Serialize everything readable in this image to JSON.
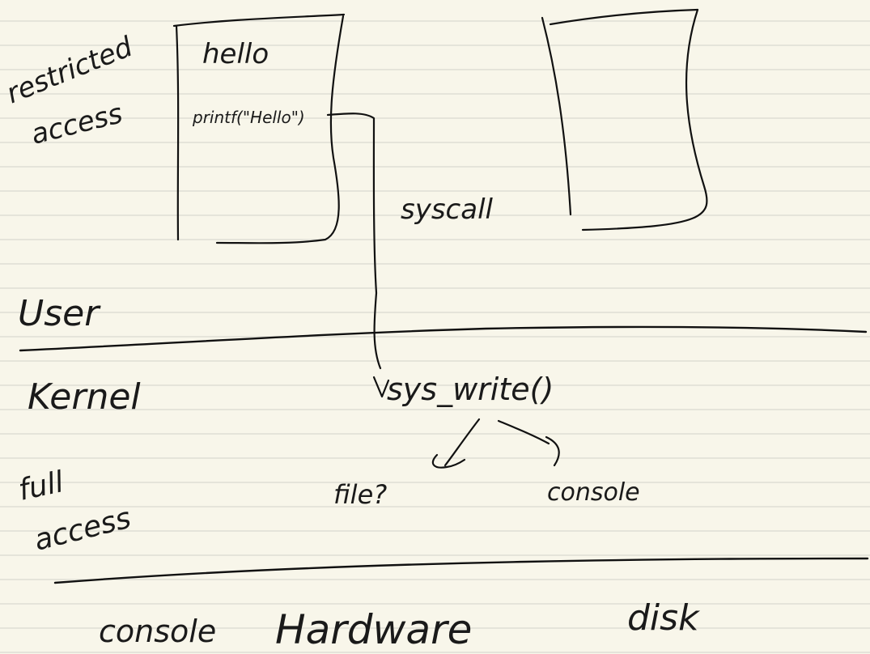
{
  "colors": {
    "paper": "#f8f6ea",
    "ink": "#111111",
    "rule": "#d9d9d0"
  },
  "user_space": {
    "label_restricted": "restricted",
    "label_access": "access",
    "hello_program_title": "hello",
    "hello_program_code": "printf(\"Hello\")",
    "syscall_label": "syscall",
    "layer_label": "User"
  },
  "kernel_space": {
    "layer_label": "Kernel",
    "label_full": "full",
    "label_access": "access",
    "function_label": "sys_write()",
    "branch_file": "file?",
    "branch_console": "console"
  },
  "hardware": {
    "label": "Hardware",
    "console_label": "console",
    "disk_label": "disk"
  }
}
